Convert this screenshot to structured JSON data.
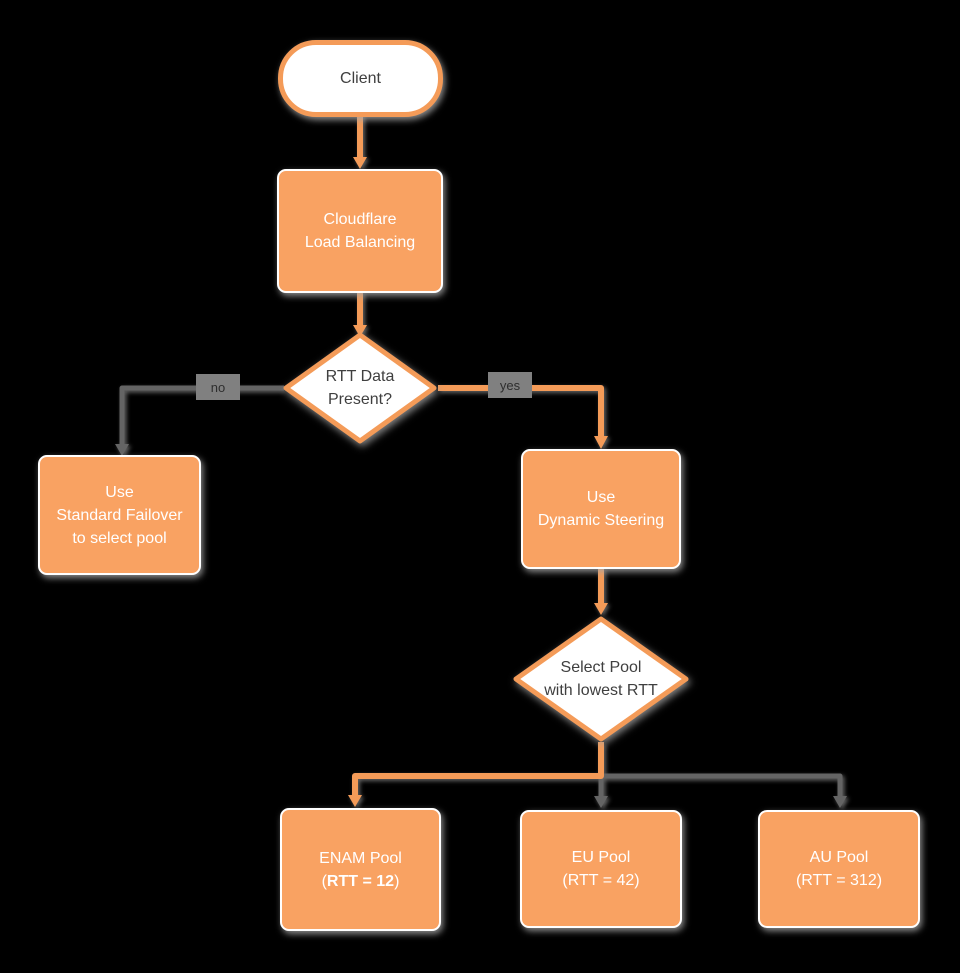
{
  "diagram": {
    "background_color": "#000000",
    "colors": {
      "node_fill_orange": "#F9A262",
      "stroke_orange": "#F49B58",
      "stroke_gray": "#646464",
      "node_fill_white": "#FFFFFF",
      "dark_text": "#3F3F3F",
      "white_text": "#FFFFFF",
      "edge_label_bg": "#808080"
    },
    "nodes": {
      "client": {
        "label": "Client"
      },
      "load_balancer": {
        "line1": "Cloudflare",
        "line2": "Load Balancing"
      },
      "rtt_decision": {
        "line1": "RTT Data",
        "line2": "Present?"
      },
      "standard_failover": {
        "line1": "Use",
        "line2": "Standard Failover",
        "line3": "to select pool"
      },
      "dynamic_steering": {
        "line1": "Use",
        "line2": "Dynamic Steering"
      },
      "select_pool": {
        "line1": "Select Pool",
        "line2": "with lowest RTT"
      },
      "enam_pool": {
        "line1": "ENAM Pool",
        "line2_prefix": "(",
        "line2_bold": "RTT = 12",
        "line2_suffix": ")"
      },
      "eu_pool": {
        "line1": "EU Pool",
        "line2": "(RTT = 42)"
      },
      "au_pool": {
        "line1": "AU Pool",
        "line2": "(RTT = 312)"
      }
    },
    "edge_labels": {
      "no": "no",
      "yes": "yes"
    }
  }
}
